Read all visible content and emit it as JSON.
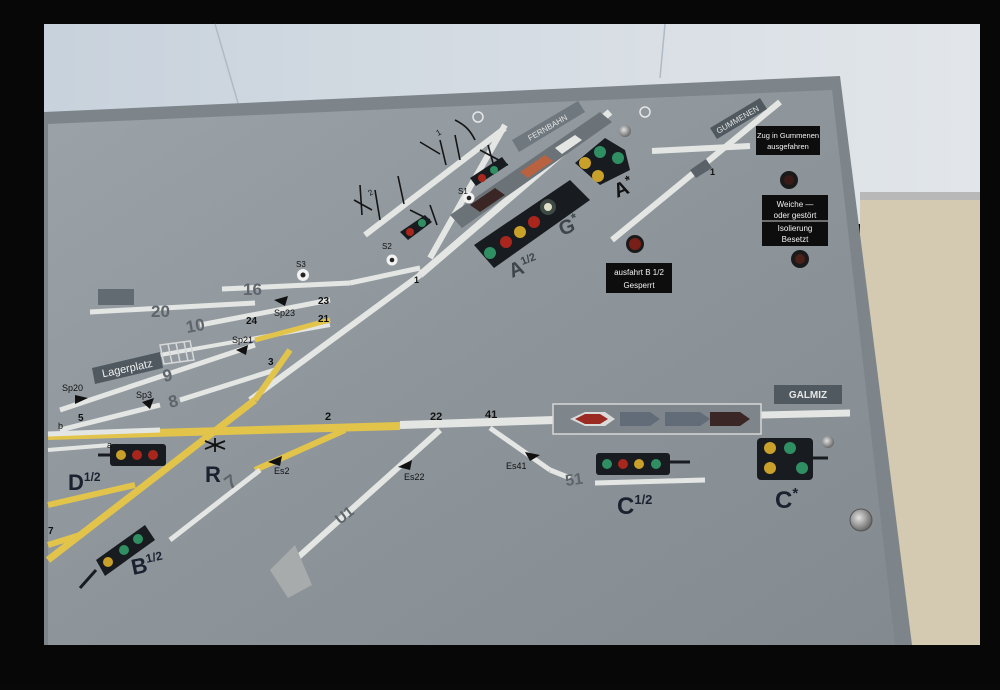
{
  "sections": {
    "fernbahn": "FERNBAHN",
    "gummenen": "GUMMENEN",
    "galmiz": "GALMIZ",
    "lagerplatz": "Lagerplatz"
  },
  "tracks": {
    "t20": "20",
    "t16": "16",
    "t10": "10",
    "t9": "9",
    "t8": "8",
    "t7": "7",
    "t2": "2",
    "t22": "22",
    "t41": "41",
    "t51": "51",
    "t1": "1",
    "t3": "3",
    "t5": "5",
    "t21": "21",
    "t23": "23",
    "t24": "24",
    "u1": "U1"
  },
  "small_labels": {
    "b": "b",
    "a": "a",
    "s3": "S3",
    "s1": "S1",
    "s2": "S2",
    "sp20": "Sp20",
    "sp3": "Sp3",
    "sp21": "Sp21",
    "sp23": "Sp23",
    "es2": "Es2",
    "es22": "Es22",
    "es41": "Es41",
    "tick1": "1",
    "tick2": "2"
  },
  "signals": {
    "a_half": {
      "letter": "A",
      "sup": "1/2"
    },
    "g_star": {
      "letter": "G",
      "sup": "*"
    },
    "a_star": {
      "letter": "A",
      "sup": "*"
    },
    "d_half": {
      "letter": "D",
      "sup": "1/2"
    },
    "b_half": {
      "letter": "B",
      "sup": "1/2"
    },
    "r": {
      "letter": "R",
      "sup": ""
    },
    "c_half": {
      "letter": "C",
      "sup": "1/2"
    },
    "c_star": {
      "letter": "C",
      "sup": "*"
    }
  },
  "plates": {
    "zug_line1": "Zug in Gummenen",
    "zug_line2": "ausgefahren",
    "weiche_line1": "Weiche —",
    "weiche_line2": "oder gestört",
    "isol_line1": "Isolierung",
    "isol_line2": "Besetzt",
    "ausfahrt_line1": "ausfahrt B 1/2",
    "ausfahrt_line2": "Gesperrt"
  },
  "colors": {
    "panel": "#8e969c",
    "track_white": "#e4e6e4",
    "track_yellow": "#e3c44a",
    "signal_red": "#a8261c",
    "signal_green": "#2f8f62",
    "signal_yellow": "#c9a02a"
  }
}
